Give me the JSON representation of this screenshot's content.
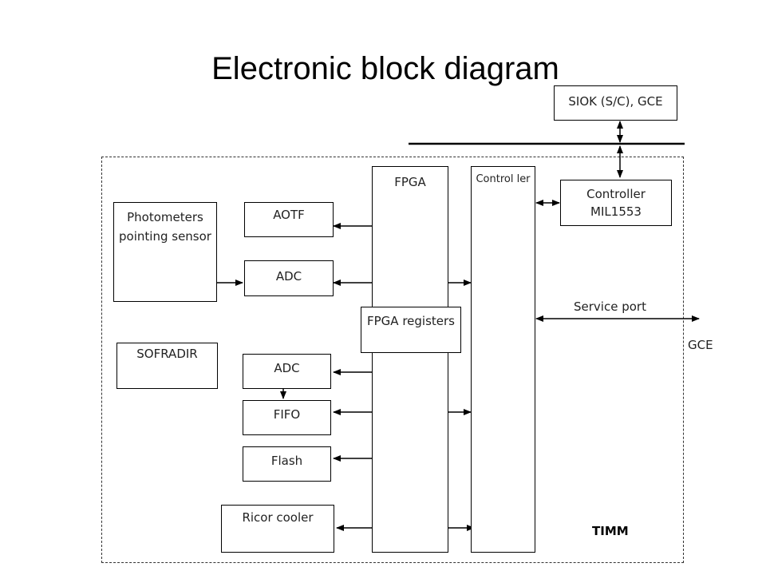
{
  "title": "Electronic block diagram",
  "blocks": {
    "siok": "SIOK (S/C), GCE",
    "fpga": "FPGA",
    "controller_short": "Control ler",
    "controller_mil": "Controller MIL1553",
    "photometers": "Photometers pointing sensor",
    "aotf": "AOTF",
    "adc_top": "ADC",
    "fpga_registers": "FPGA registers",
    "sofradir": "SOFRADIR",
    "adc_bottom": "ADC",
    "fifo": "FIFO",
    "flash": "Flash",
    "ricor": "Ricor cooler"
  },
  "labels": {
    "service_port": "Service port",
    "gce": "GCE",
    "timm": "TIMM"
  }
}
